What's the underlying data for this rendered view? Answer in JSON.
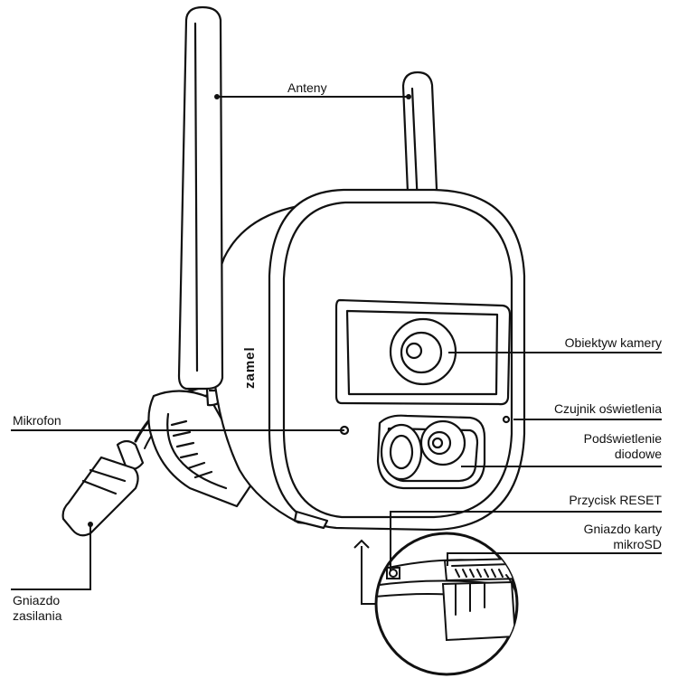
{
  "brand": "zamel",
  "labels": {
    "antennas": "Anteny",
    "lens": "Obiektyw kamery",
    "light_sensor": "Czujnik oświetlenia",
    "led_line1": "Podświetlenie",
    "led_line2": "diodowe",
    "microphone": "Mikrofon",
    "reset": "Przycisk RESET",
    "sd_line1": "Gniazdo karty",
    "sd_line2": "mikroSD",
    "power_line1": "Gniazdo",
    "power_line2": "zasilania"
  },
  "colors": {
    "line": "#111111",
    "fill": "#ffffff",
    "text": "#111111"
  }
}
